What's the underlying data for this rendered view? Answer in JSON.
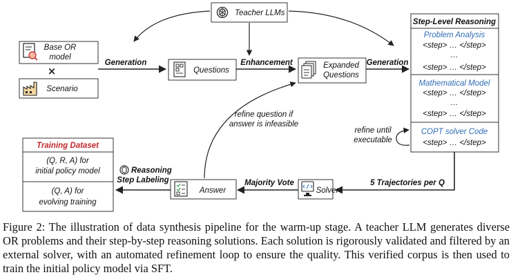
{
  "nodes": {
    "teacher": "Teacher LLMs",
    "base_or_line1": "Base OR",
    "base_or_line2": "model",
    "times": "×",
    "scenario": "Scenario",
    "questions": "Questions",
    "expanded_line1": "Expanded",
    "expanded_line2": "Questions",
    "solver": "Solver",
    "answer": "Answer"
  },
  "edges": {
    "generation1": "Generation",
    "enhancement": "Enhancement",
    "generation2": "Generation",
    "trajectories": "5 Trajectories per Q",
    "majority_vote": "Majority Vote",
    "reasoning_line1": "Reasoning",
    "reasoning_line2": "Step Labeling",
    "refine_question_line1": "refine question if",
    "refine_question_line2": "answer is infeasible",
    "refine_until_line1": "refine until",
    "refine_until_line2": "executable"
  },
  "step_panel": {
    "title": "Step-Level Reasoning",
    "problem_analysis": "Problem Analysis",
    "mathematical_model": "Mathematical Model",
    "copt_code": "COPT solver Code",
    "step_tag": "<step> … </step>",
    "ellipsis": "…"
  },
  "training": {
    "title": "Training Dataset",
    "set1_line1": "(Q, R, A) for",
    "set1_line2": "initial policy model",
    "set2_line1": "(Q, A) for",
    "set2_line2": "evolving training"
  },
  "caption": "Figure 2: The illustration of data synthesis pipeline for the warm-up stage. A teacher LLM generates diverse OR problems and their step-by-step reasoning solutions. Each solution is rigorously validated and filtered by an external solver, with an automated refinement loop to ensure the quality. This verified corpus is then used to train the initial policy model via SFT.",
  "colors": {
    "accent_blue": "#2f6db5",
    "accent_red": "#c0282d"
  },
  "icons": [
    "openai-logo-icon",
    "document-search-icon",
    "factory-icon",
    "form-document-icon",
    "stacked-documents-icon",
    "code-terminal-icon",
    "checklist-icon"
  ]
}
